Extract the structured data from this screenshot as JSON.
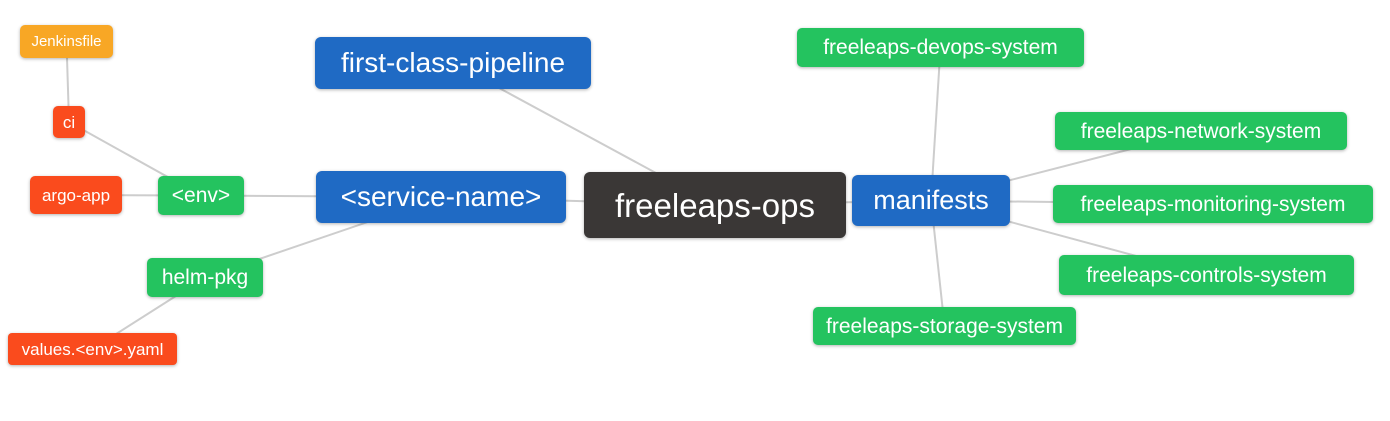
{
  "diagram": {
    "type": "mindmap",
    "root_label": "freeleaps-ops"
  },
  "colors": {
    "edge": "#cdcdcd",
    "blue": "#1f6ac4",
    "green": "#24c35f",
    "red": "#fa4b1d",
    "orange": "#f8a725",
    "dark": "#3a3736"
  },
  "nodes": {
    "jenkinsfile": {
      "label": "Jenkinsfile",
      "color": "#f8a725"
    },
    "ci": {
      "label": "ci",
      "color": "#fa4b1d"
    },
    "argo_app": {
      "label": "argo-app",
      "color": "#fa4b1d"
    },
    "env": {
      "label": "<env>",
      "color": "#24c35f"
    },
    "helm_pkg": {
      "label": "helm-pkg",
      "color": "#24c35f"
    },
    "values_env_yaml": {
      "label": "values.<env>.yaml",
      "color": "#fa4b1d"
    },
    "first_class_pipeline": {
      "label": "first-class-pipeline",
      "color": "#1f6ac4"
    },
    "service_name": {
      "label": "<service-name>",
      "color": "#1f6ac4"
    },
    "freeleaps_ops": {
      "label": "freeleaps-ops",
      "color": "#3a3736"
    },
    "manifests": {
      "label": "manifests",
      "color": "#1f6ac4"
    },
    "freeleaps_devops_system": {
      "label": "freeleaps-devops-system",
      "color": "#24c35f"
    },
    "freeleaps_network_system": {
      "label": "freeleaps-network-system",
      "color": "#24c35f"
    },
    "freeleaps_monitoring_system": {
      "label": "freeleaps-monitoring-system",
      "color": "#24c35f"
    },
    "freeleaps_controls_system": {
      "label": "freeleaps-controls-system",
      "color": "#24c35f"
    },
    "freeleaps_storage_system": {
      "label": "freeleaps-storage-system",
      "color": "#24c35f"
    }
  },
  "edges": [
    [
      "jenkinsfile",
      "ci"
    ],
    [
      "ci",
      "env"
    ],
    [
      "argo_app",
      "env"
    ],
    [
      "env",
      "service_name"
    ],
    [
      "helm_pkg",
      "service_name"
    ],
    [
      "values_env_yaml",
      "helm_pkg"
    ],
    [
      "first_class_pipeline",
      "freeleaps_ops"
    ],
    [
      "service_name",
      "freeleaps_ops"
    ],
    [
      "freeleaps_ops",
      "manifests"
    ],
    [
      "manifests",
      "freeleaps_devops_system"
    ],
    [
      "manifests",
      "freeleaps_network_system"
    ],
    [
      "manifests",
      "freeleaps_monitoring_system"
    ],
    [
      "manifests",
      "freeleaps_controls_system"
    ],
    [
      "manifests",
      "freeleaps_storage_system"
    ]
  ]
}
